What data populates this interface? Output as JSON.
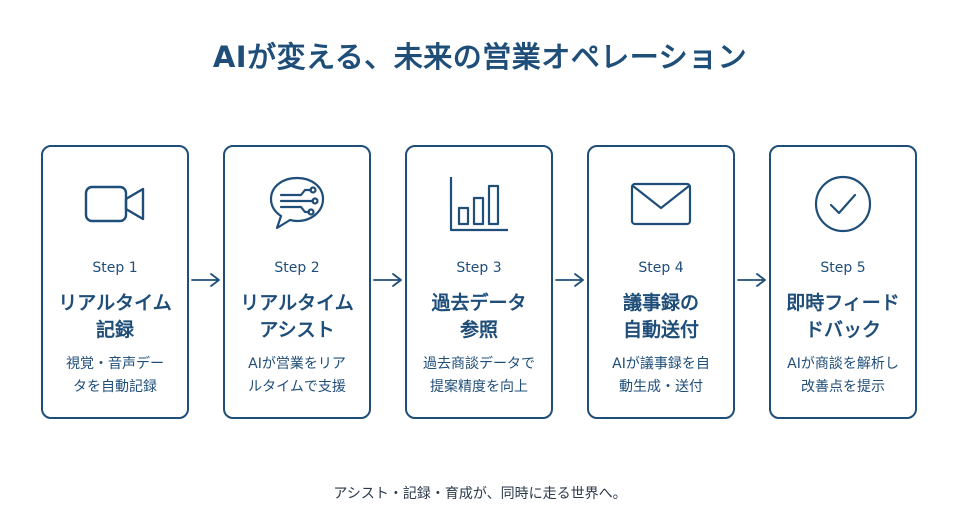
{
  "title": "AIが変える、未来の営業オペレーション",
  "accent_color": "#1f4e79",
  "steps": [
    {
      "icon": "video-camera-icon",
      "label": "Step 1",
      "title": "リアルタイム\n記録",
      "desc": "視覚・音声デー\nタを自動記録"
    },
    {
      "icon": "chat-bubble-circuit-icon",
      "label": "Step 2",
      "title": "リアルタイム\nアシスト",
      "desc": "AIが営業をリア\nルタイムで支援"
    },
    {
      "icon": "bar-chart-icon",
      "label": "Step 3",
      "title": "過去データ\n参照",
      "desc": "過去商談データで\n提案精度を向上"
    },
    {
      "icon": "envelope-icon",
      "label": "Step 4",
      "title": "議事録の\n自動送付",
      "desc": "AIが議事録を自\n動生成・送付"
    },
    {
      "icon": "checkmark-circle-icon",
      "label": "Step 5",
      "title": "即時フィード\nドバック",
      "desc": "AIが商談を解析し\n改善点を提示"
    }
  ],
  "footer": "アシスト・記録・育成が、同時に走る世界へ。"
}
